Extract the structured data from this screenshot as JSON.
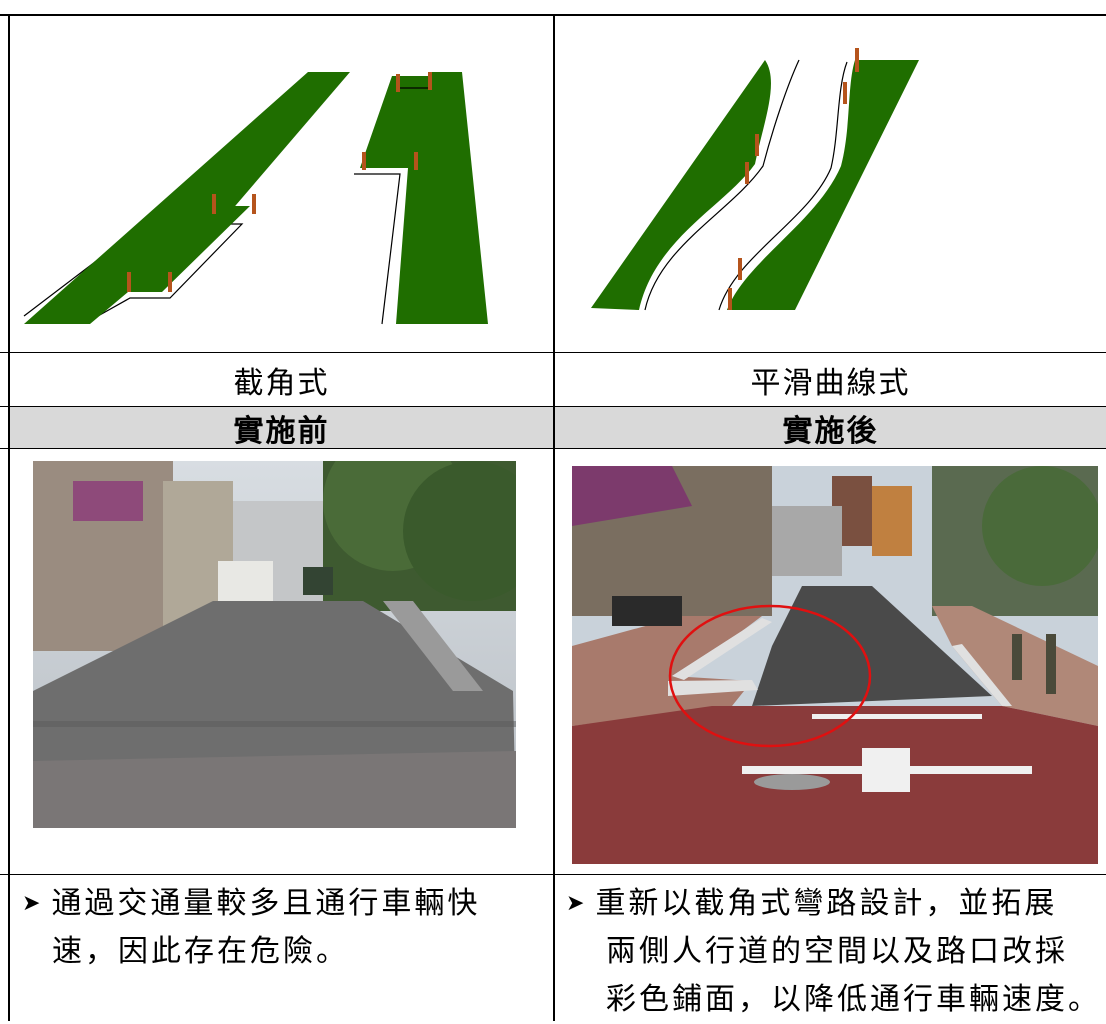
{
  "row_labels": {
    "left": "截角式",
    "right": "平滑曲線式"
  },
  "header": {
    "left": "實施前",
    "right": "實施後"
  },
  "descriptions": {
    "left": "通過交通量較多且通行車輛快速，因此存在危險。",
    "left_line1": "通過交通量較多且通行車輛快",
    "left_line2": "速，因此存在危險。",
    "right_line1": "重新以截角式彎路設計，並拓展",
    "right_line2": "兩側人行道的空間以及路口改採",
    "right_line3": "彩色鋪面，以降低通行車輛速度。"
  },
  "colors": {
    "grass": "#1f6e00",
    "bollard": "#b5541c",
    "asphalt": "#4a4a4a",
    "red_paving": "#8a3b3b",
    "header_bg": "#d9d9d9",
    "circle": "#e01010"
  }
}
